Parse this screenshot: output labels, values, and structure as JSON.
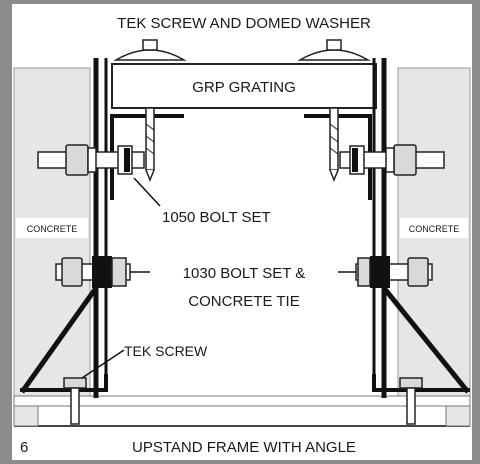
{
  "labels": {
    "top": "TEK SCREW AND DOMED WASHER",
    "grating": "GRP GRATING",
    "bolt_1050": "1050 BOLT SET",
    "concrete_left": "CONCRETE",
    "concrete_right": "CONCRETE",
    "bolt_1030_line1": "1030 BOLT SET &",
    "bolt_1030_line2": "CONCRETE TIE",
    "tek_screw": "TEK SCREW"
  },
  "footer": {
    "number": "6",
    "caption": "UPSTAND FRAME WITH ANGLE"
  },
  "colors": {
    "frame_border": "#8c8c8c",
    "concrete_fill": "#e6e6e6",
    "steel": "#111111",
    "hardware_fill": "#d9d9d9"
  }
}
